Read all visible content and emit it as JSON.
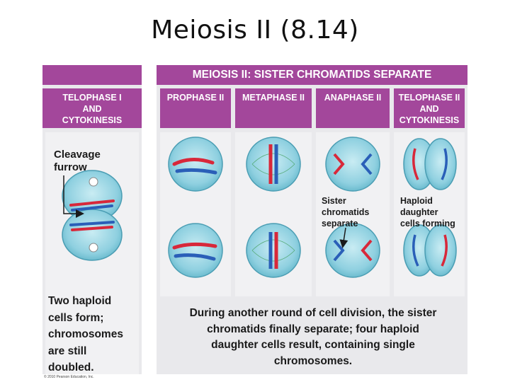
{
  "slide_title": "Meiosis II (8.14)",
  "banner": "MEIOSIS II: SISTER CHROMATIDS SEPARATE",
  "headers": {
    "telophase_i": [
      "TELOPHASE I",
      "AND",
      "CYTOKINESIS"
    ],
    "prophase_ii": "PROPHASE II",
    "metaphase_ii": "METAPHASE II",
    "anaphase_ii": "ANAPHASE II",
    "telophase_ii": [
      "TELOPHASE II",
      "AND",
      "CYTOKINESIS"
    ]
  },
  "labels": {
    "cleavage_furrow": [
      "Cleavage",
      "furrow"
    ],
    "sister_chromatids": [
      "Sister",
      "chromatids",
      "separate"
    ],
    "haploid_daughter": [
      "Haploid",
      "daughter",
      "cells forming"
    ]
  },
  "captions": {
    "left": [
      "Two haploid",
      "cells form;",
      "chromosomes",
      "are still",
      "doubled."
    ],
    "bottom": [
      "During another round of cell division, the sister",
      "chromatids  finally separate; four haploid",
      "daughter cells result, containing single",
      "chromosomes."
    ]
  },
  "copyright": "© 2010 Pearson Education, Inc.",
  "colors": {
    "magenta": "#a3479b",
    "cell": "#8fd0e0",
    "red": "#d8283a",
    "blue": "#2a5fb8"
  }
}
